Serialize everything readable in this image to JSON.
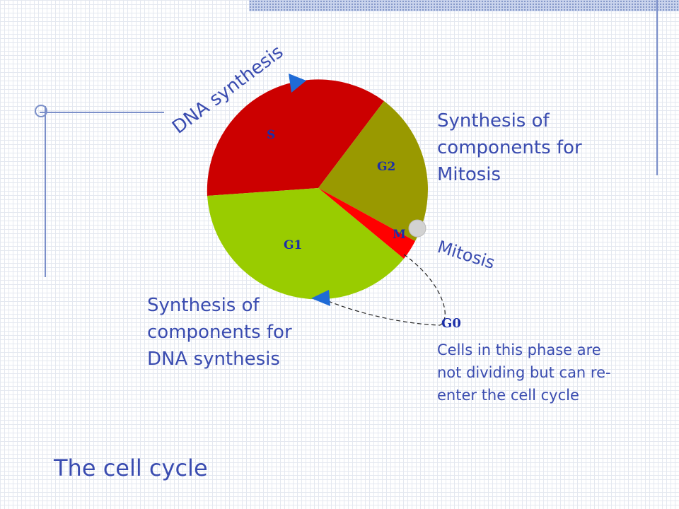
{
  "labels": {
    "dna_synthesis": "DNA synthesis",
    "g2_description": [
      "Synthesis of",
      "components for",
      "Mitosis"
    ],
    "mitosis": "Mitosis",
    "g1_description": [
      "Synthesis of",
      "components for",
      "DNA synthesis"
    ],
    "g0_description": [
      "Cells in this phase are",
      "not dividing but can re-",
      "enter the cell cycle"
    ],
    "title": "The cell cycle"
  },
  "phases": [
    {
      "name": "S",
      "color": "#cc0000"
    },
    {
      "name": "G2",
      "color": "#999900"
    },
    {
      "name": "M",
      "color": "#ff0000"
    },
    {
      "name": "G1",
      "color": "#99cc00"
    }
  ],
  "g0_label": "G0",
  "colors": {
    "text": "#3a4cb0",
    "phase_label": "#1c2fa8",
    "arrow": "#1f6bd6",
    "decor": "#7b8fc9"
  }
}
